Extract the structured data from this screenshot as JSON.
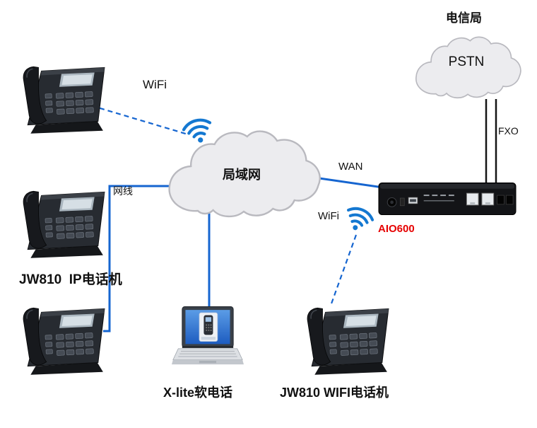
{
  "labels": {
    "wifi_lan": "WiFi",
    "lan_cloud": "局域网",
    "ethernet_cable": "网线",
    "wan": "WAN",
    "telecom_office": "电信局",
    "pstn": "PSTN",
    "fxo": "FXO",
    "wifi_router": "WiFi",
    "router_model": "AIO600",
    "ip_phone_group": "JW810  IP电话机",
    "softphone": "X-lite软电话",
    "wifi_phone": "JW810 WIFI电话机"
  },
  "colors": {
    "link_blue": "#1565d0",
    "pstn_line": "#141414",
    "model_red": "#e60000",
    "wifi_blue": "#1478d1",
    "cloud_fill": "#ececef",
    "cloud_border": "#b9b9bf",
    "label_text": "#111111"
  },
  "icons": {
    "desk_phone": "ip-desk-phone-icon",
    "cloud": "network-cloud-icon",
    "wifi": "wifi-signal-icon",
    "gateway": "voip-gateway-router-icon",
    "laptop": "laptop-softphone-icon"
  }
}
